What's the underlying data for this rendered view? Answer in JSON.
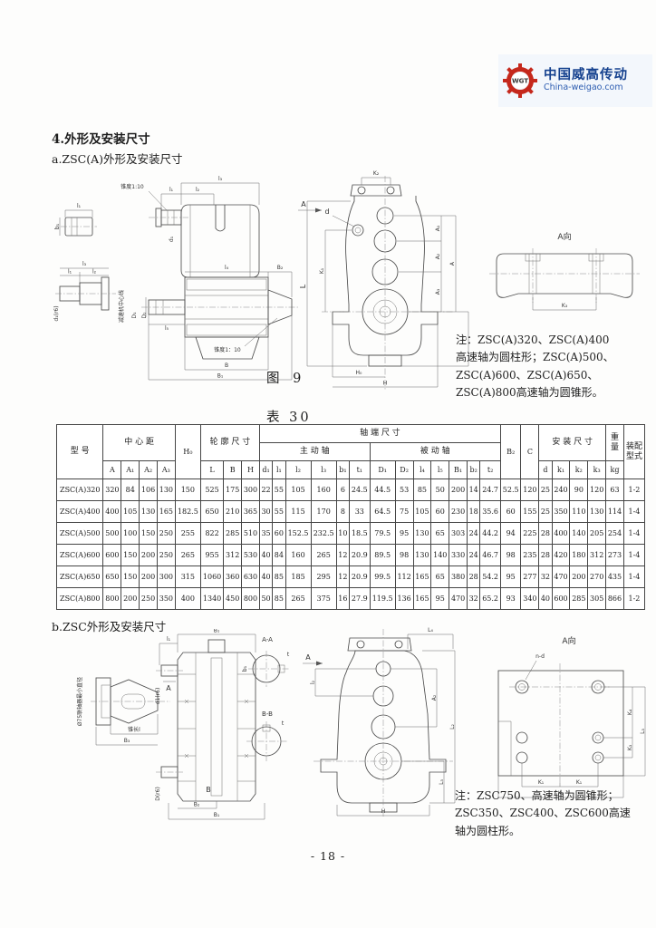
{
  "logo": {
    "gear_text": "WGT",
    "brand_cn": "中国威高传动",
    "brand_en": "China-weigao.com"
  },
  "headings": {
    "section": "4.外形及安装尺寸",
    "sub_a": "a.ZSC(A)外形及安装尺寸",
    "sub_b": "b.ZSC外形及安装尺寸"
  },
  "captions": {
    "fig9": "图 9",
    "table": "表 30",
    "page_number": "- 18 -"
  },
  "notes": {
    "fig_a": "注：ZSC(A)320、ZSC(A)400\n高速轴为圆柱形；ZSC(A)500、\nZSC(A)600、ZSC(A)650、\nZSC(A)800高速轴为圆锥形。",
    "fig_b": "注：ZSC750、高速轴为圆锥形；\nZSC350、ZSC400、ZSC600高速\n轴为圆柱形。"
  },
  "symbols": {
    "l1": "l₁",
    "l2": "l₂",
    "l3": "l₃",
    "l4": "l₄",
    "l5": "l₅",
    "b1": "b₁",
    "d1": "d₁",
    "D1": "D₁",
    "D2": "D₂",
    "B": "B",
    "B1": "B₁",
    "B2": "B₂",
    "B3": "B₃",
    "A": "A",
    "A1": "A₁",
    "A2": "A₂",
    "A3": "A₃",
    "C": "C",
    "d": "d",
    "L": "L",
    "H": "H",
    "H0": "H₀",
    "K1": "K₁",
    "K2": "K₂",
    "K3": "K₃",
    "K4": "K₄",
    "L2": "L₂",
    "L3": "L₃",
    "L4": "L₄",
    "t": "t",
    "aview": "A向",
    "nd": "n-d",
    "d1r6": "d₁(r6)",
    "d1r6b": "d1(r6)",
    "Dr6": "D(r6)",
    "AA": "A-A",
    "BB": "B-B"
  },
  "texts": {
    "taper_a": "锥度1:10",
    "taper_b": "锥度1：10",
    "axis_line": "减速机中心线",
    "coupling_note": "Ø75联轴器最小直径",
    "taper_len": "锥长l"
  },
  "table": {
    "header": {
      "model": "型  号",
      "center": "中 心 距",
      "H0": "H₀",
      "outline": "轮 廓 尺 寸",
      "shaft_end": "轴  端  尺  寸",
      "driving": "主 动 轴",
      "driven": "被 动 轴",
      "B2": "B₂",
      "C": "C",
      "install": "安 装 尺 寸",
      "weight": "重\n量",
      "weight_unit": "kg",
      "assembly": "装配\n型式",
      "center_cols": [
        "A",
        "A₁",
        "A₂",
        "A₃"
      ],
      "outline_cols": [
        "L",
        "B",
        "H"
      ],
      "driving_cols": [
        "d₁",
        "l₁",
        "l₂",
        "l₃",
        "b₁",
        "t₁"
      ],
      "driven_cols": [
        "D₁",
        "D₂",
        "l₄",
        "l₅",
        "B₁",
        "b₂",
        "t₂"
      ],
      "install_cols": [
        "d",
        "k₁",
        "k₂",
        "k₃"
      ]
    },
    "rows": [
      [
        "ZSC(A)320",
        "320",
        "84",
        "106",
        "130",
        "150",
        "525",
        "175",
        "300",
        "22",
        "55",
        "105",
        "160",
        "6",
        "24.5",
        "44.5",
        "53",
        "85",
        "50",
        "200",
        "14",
        "24.7",
        "52.5",
        "120",
        "25",
        "240",
        "90",
        "120",
        "63",
        "1-2"
      ],
      [
        "ZSC(A)400",
        "400",
        "105",
        "130",
        "165",
        "182.5",
        "650",
        "210",
        "365",
        "30",
        "55",
        "115",
        "170",
        "8",
        "33",
        "64.5",
        "75",
        "105",
        "60",
        "230",
        "18",
        "35.6",
        "60",
        "155",
        "25",
        "350",
        "110",
        "130",
        "114",
        "1-4"
      ],
      [
        "ZSC(A)500",
        "500",
        "100",
        "150",
        "250",
        "255",
        "822",
        "285",
        "510",
        "35",
        "60",
        "152.5",
        "232.5",
        "10",
        "18.5",
        "79.5",
        "95",
        "130",
        "65",
        "303",
        "24",
        "44.2",
        "94",
        "225",
        "28",
        "400",
        "140",
        "205",
        "254",
        "1-4"
      ],
      [
        "ZSC(A)600",
        "600",
        "150",
        "200",
        "250",
        "265",
        "955",
        "312",
        "530",
        "40",
        "84",
        "160",
        "265",
        "12",
        "20.9",
        "89.5",
        "98",
        "130",
        "140",
        "330",
        "24",
        "46.7",
        "98",
        "235",
        "28",
        "420",
        "180",
        "312",
        "273",
        "1-4"
      ],
      [
        "ZSC(A)650",
        "650",
        "150",
        "200",
        "300",
        "315",
        "1060",
        "360",
        "630",
        "40",
        "85",
        "185",
        "295",
        "12",
        "20.9",
        "99.5",
        "112",
        "165",
        "65",
        "380",
        "28",
        "54.2",
        "95",
        "277",
        "32",
        "470",
        "200",
        "270",
        "435",
        "1-4"
      ],
      [
        "ZSC(A)800",
        "800",
        "200",
        "250",
        "350",
        "400",
        "1340",
        "450",
        "800",
        "50",
        "85",
        "265",
        "375",
        "16",
        "27.9",
        "119.5",
        "136",
        "165",
        "95",
        "470",
        "32",
        "65.2",
        "93",
        "340",
        "40",
        "600",
        "285",
        "305",
        "866",
        "1-2"
      ]
    ]
  }
}
